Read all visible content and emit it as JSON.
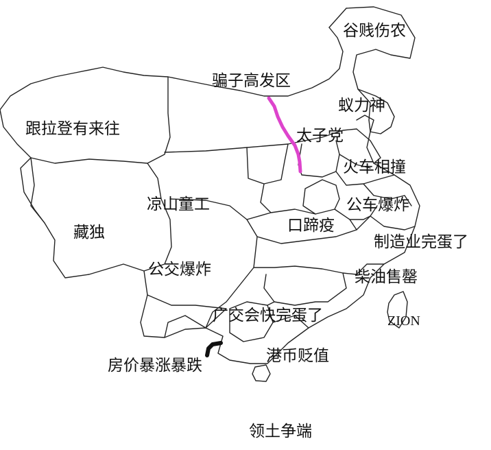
{
  "map": {
    "colors": {
      "outline": "#222222",
      "highlight_line": "#dd44cc",
      "thick_line": "#111111"
    },
    "regions": [
      {
        "key": "gujian",
        "label": "谷贱伤农"
      },
      {
        "key": "pianzi",
        "label": "骗子高发区"
      },
      {
        "key": "yili",
        "label": "蚁力神"
      },
      {
        "key": "genla",
        "label": "跟拉登有来往"
      },
      {
        "key": "taizi",
        "label": "太子党"
      },
      {
        "key": "huoche",
        "label": "火车相撞"
      },
      {
        "key": "liangshan",
        "label": "凉山童工"
      },
      {
        "key": "gongche",
        "label": "公车爆炸"
      },
      {
        "key": "zangdu",
        "label": "藏独"
      },
      {
        "key": "koutiyi",
        "label": "口蹄疫"
      },
      {
        "key": "zhizao",
        "label": "制造业完蛋了"
      },
      {
        "key": "gongjiao",
        "label": "公交爆炸"
      },
      {
        "key": "chaiyou",
        "label": "柴油售罄"
      },
      {
        "key": "zion",
        "label": "ZION"
      },
      {
        "key": "guangjiao",
        "label": "广交会快完蛋了"
      },
      {
        "key": "fangjia",
        "label": "房价暴涨暴跌"
      },
      {
        "key": "gangbi",
        "label": "港币贬值"
      }
    ],
    "footer": "领土争端"
  }
}
